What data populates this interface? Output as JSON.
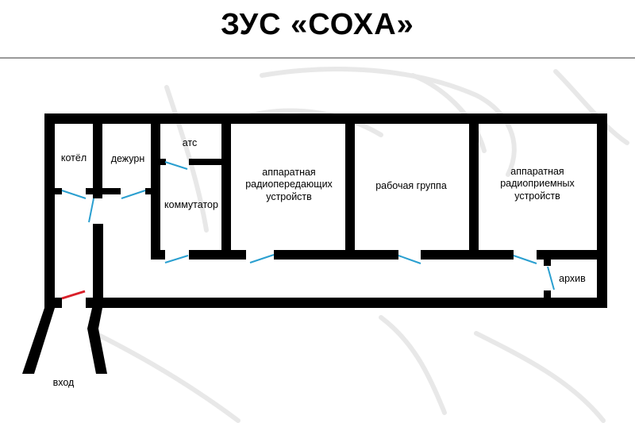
{
  "title": "ЗУС «СОХА»",
  "rooms": {
    "kotel": "котёл",
    "dezhurn": "дежурн",
    "ats": "атс",
    "kommutator": "коммутатор",
    "transmitters": [
      "аппаратная",
      "радиопередающих",
      "устройств"
    ],
    "workgroup": "рабочая группа",
    "receivers": [
      "аппаратная",
      "радиоприемных",
      "устройств"
    ],
    "archive": "архив",
    "entrance": "вход"
  },
  "colors": {
    "wall": "#000000",
    "door": "#2a9fd0",
    "entry_door": "#d9202a",
    "background_sketch": "#e6e6e6"
  }
}
